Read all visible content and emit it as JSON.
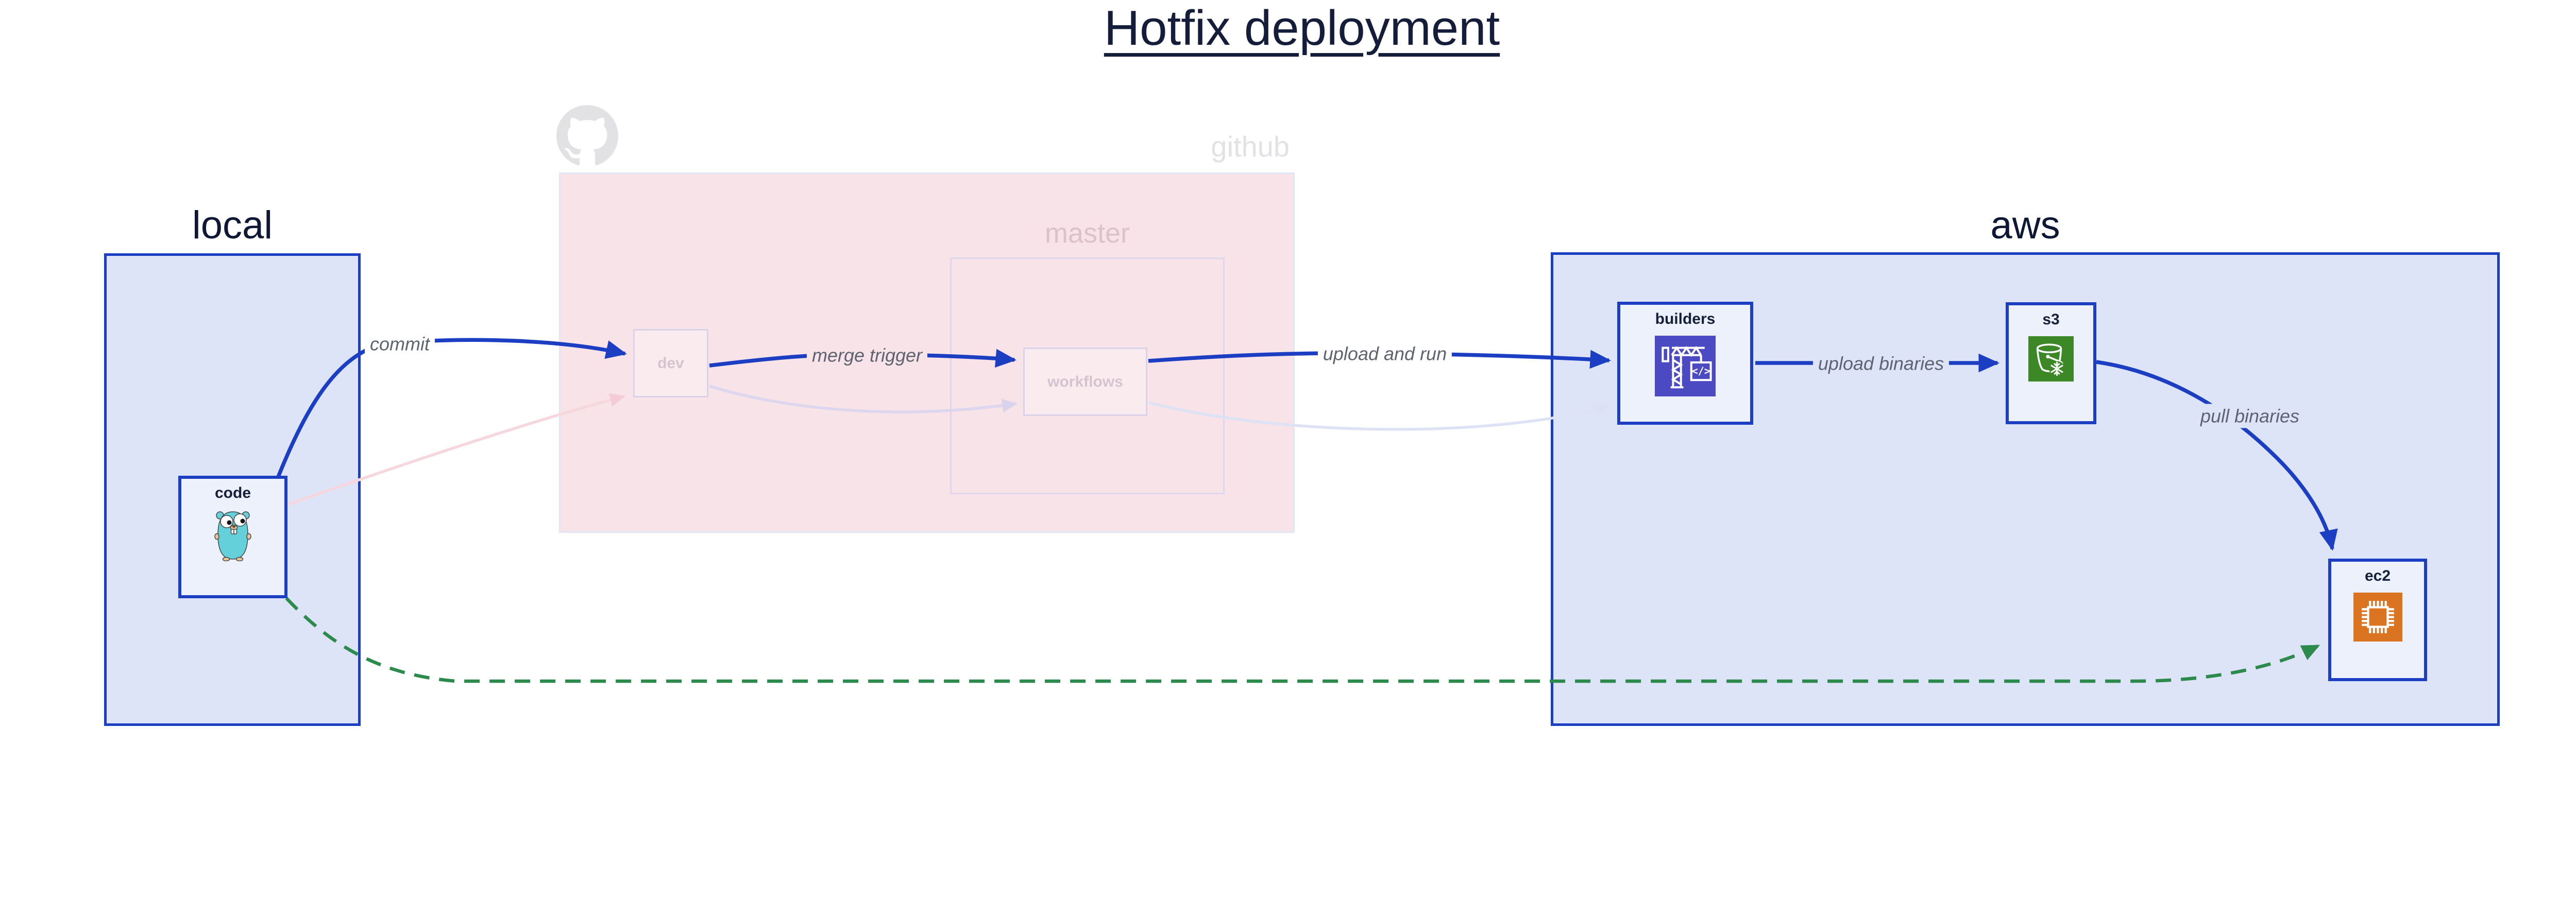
{
  "title": {
    "text": "Hotfix deployment"
  },
  "groups": {
    "local": {
      "label": "local"
    },
    "github": {
      "label": "github"
    },
    "master": {
      "label": "master"
    },
    "aws": {
      "label": "aws"
    }
  },
  "nodes": {
    "code": {
      "label": "code",
      "icon": "go-gopher-icon"
    },
    "dev": {
      "label": "dev"
    },
    "workflows": {
      "label": "workflows"
    },
    "builders": {
      "label": "builders",
      "icon": "codebuild-crane-icon"
    },
    "s3": {
      "label": "s3",
      "icon": "s3-glacier-bucket-icon"
    },
    "ec2": {
      "label": "ec2",
      "icon": "ec2-chip-icon"
    }
  },
  "edges": {
    "commit": {
      "label": "commit",
      "style": "solid-blue"
    },
    "merge_trigger": {
      "label": "merge trigger",
      "style": "solid-blue"
    },
    "upload_and_run": {
      "label": "upload and run",
      "style": "solid-blue"
    },
    "upload_binaries": {
      "label": "upload binaries",
      "style": "solid-blue"
    },
    "pull_binaries": {
      "label": "pull binaries",
      "style": "solid-blue"
    },
    "hotfix_path": {
      "label": "",
      "style": "dashed-green"
    },
    "faded_commit": {
      "label": "",
      "style": "faded-pink"
    },
    "faded_merge": {
      "label": "",
      "style": "faded-lavender"
    },
    "faded_upload": {
      "label": "",
      "style": "faded-lavender"
    }
  },
  "colors": {
    "accent_blue": "#1b3ec2",
    "container_fill": "#dee4f8",
    "node_fill": "#edf1fb",
    "github_fill": "#f8e3e9",
    "faded_border": "#d9d2e8",
    "faded_text": "#d6c3d0",
    "github_watermark": "#e3e1e4",
    "edge_label_gray": "#5d6470",
    "hotfix_green": "#2b8a4c",
    "codebuild_purple": "#4c4ac2",
    "s3_green": "#3c8827",
    "ec2_orange": "#da7421",
    "gopher_teal": "#63d0da",
    "title_navy": "#141d3a"
  }
}
